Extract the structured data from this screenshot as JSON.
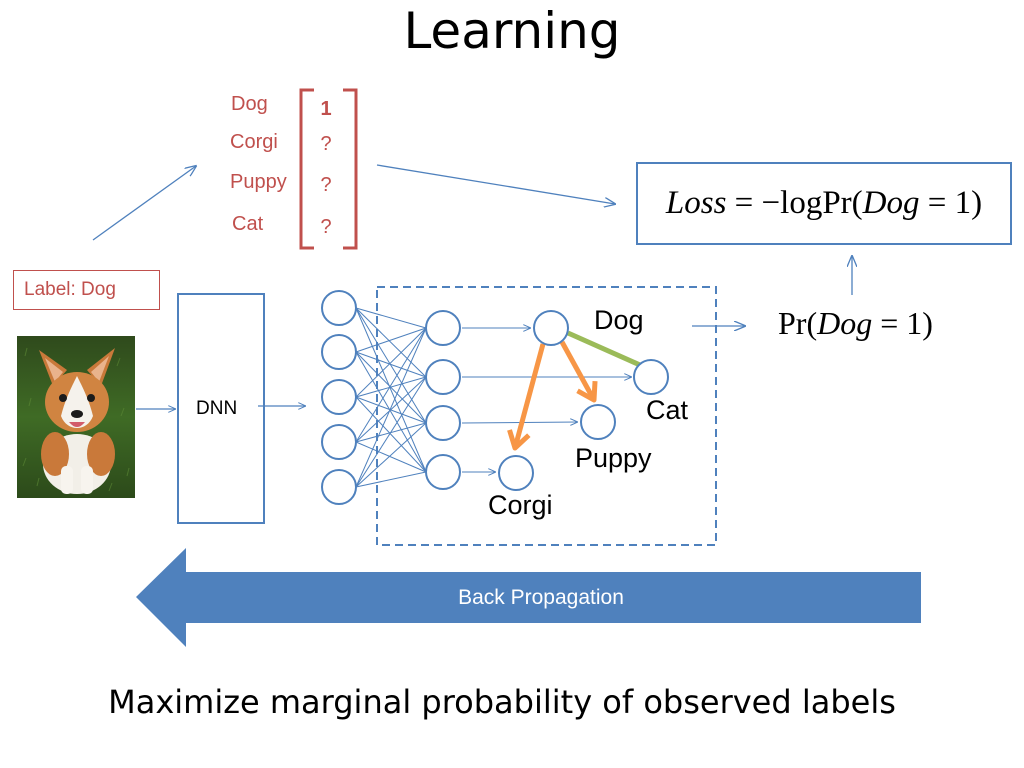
{
  "title": "Learning",
  "subtitle": "Maximize marginal probability of observed labels",
  "label_box": "Label: Dog",
  "dnn_label": "DNN",
  "label_vector": {
    "items": [
      {
        "label": "Dog",
        "value": "1"
      },
      {
        "label": "Corgi",
        "value": "?"
      },
      {
        "label": "Puppy",
        "value": "?"
      },
      {
        "label": "Cat",
        "value": "?"
      }
    ]
  },
  "loss_formula": {
    "loss": "Loss",
    "eq": " = −",
    "logpr": "logPr(",
    "dog": "Dog",
    "tail": " = 1)"
  },
  "pr_formula": {
    "pr": "Pr(",
    "dog": "Dog",
    "tail": " = 1)"
  },
  "graph_nodes": {
    "dog": "Dog",
    "cat": "Cat",
    "puppy": "Puppy",
    "corgi": "Corgi"
  },
  "back_propagation": "Back Propagation",
  "colors": {
    "blue": "#4f81bd",
    "red": "#c0504d",
    "orange": "#f79646",
    "green": "#9bbb59",
    "arrow_fill": "#4f81bd"
  }
}
